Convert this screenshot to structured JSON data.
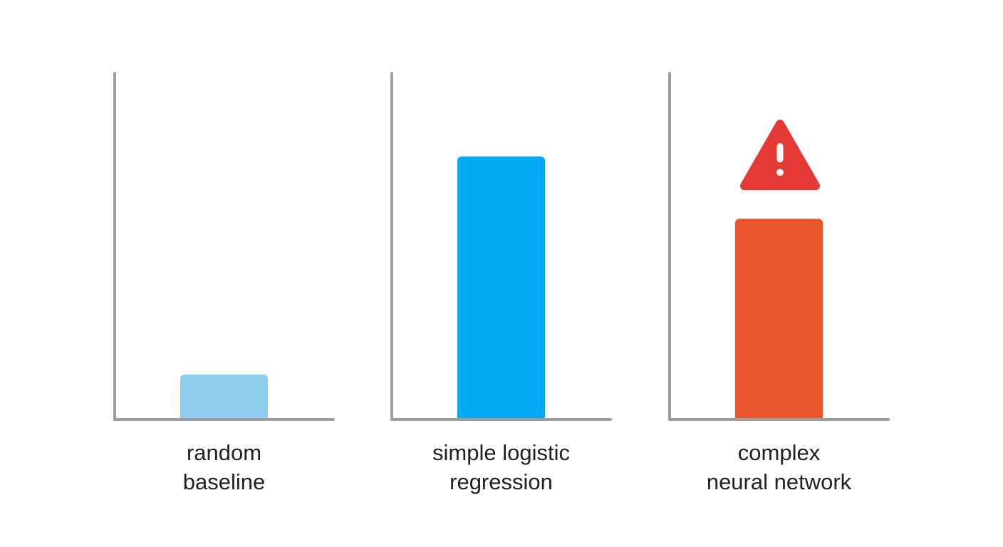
{
  "chart_data": {
    "type": "bar",
    "title": "",
    "xlabel": "",
    "ylabel": "",
    "ylim": [
      0,
      100
    ],
    "grid": false,
    "legend": "none",
    "panels": [
      {
        "label_lines": [
          "random",
          "baseline"
        ],
        "value": 13,
        "color": "#8ecdf0",
        "warning": false
      },
      {
        "label_lines": [
          "simple logistic",
          "regression"
        ],
        "value": 76,
        "color": "#03a9f4",
        "warning": false
      },
      {
        "label_lines": [
          "complex",
          "neural network"
        ],
        "value": 58,
        "color": "#e8552f",
        "warning": true,
        "warning_color": "#e53935",
        "warning_icon": "warning-triangle-icon"
      }
    ]
  }
}
